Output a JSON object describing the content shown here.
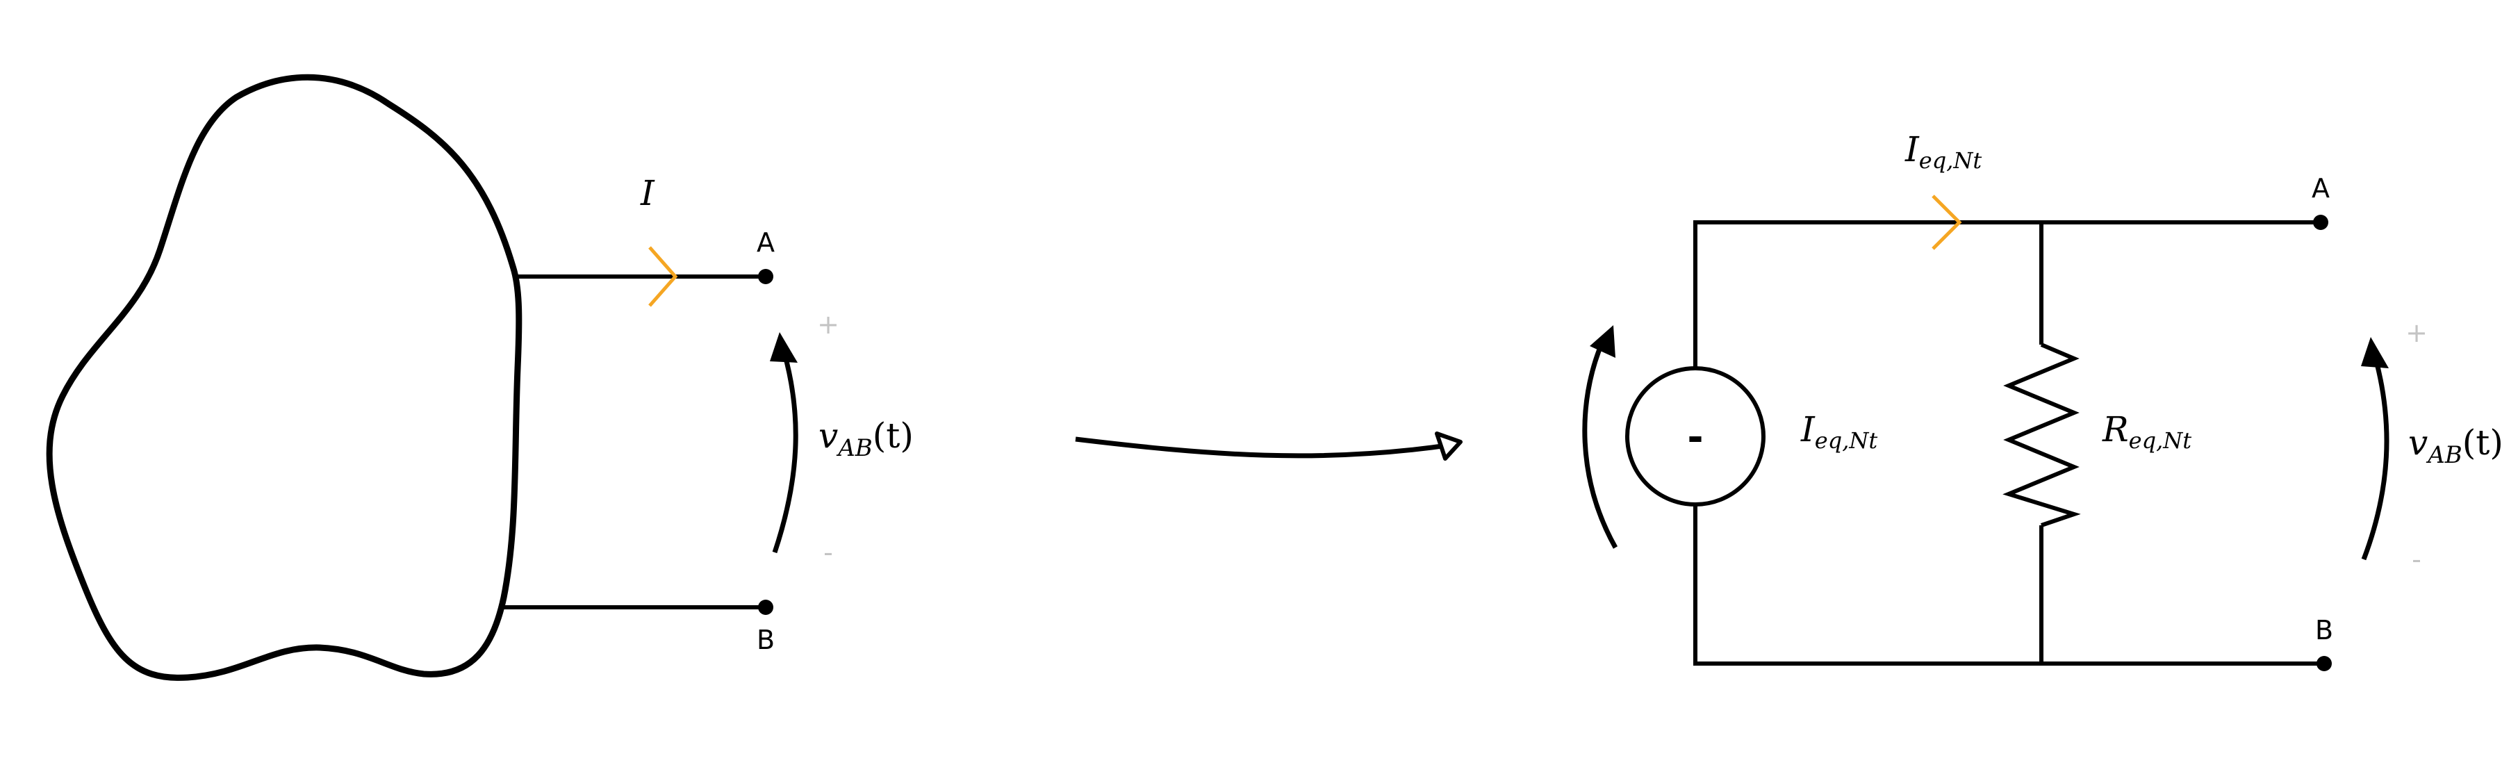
{
  "left": {
    "current": {
      "main": "I",
      "sub": ""
    },
    "terminal_a": "A",
    "terminal_b": "B",
    "voltage": {
      "main": "v",
      "sub": "AB",
      "arg": "(t)"
    },
    "plus_sign": "+",
    "minus_sign": "-"
  },
  "right": {
    "current": {
      "main": "I",
      "sub": "eq,Nt"
    },
    "source_symbol": "-",
    "source_label": {
      "main": "I",
      "sub": "eq,Nt"
    },
    "resistor_label": {
      "main": "R",
      "sub": "eq,Nt"
    },
    "terminal_a": "A",
    "terminal_b": "B",
    "voltage": {
      "main": "v",
      "sub": "AB",
      "arg": "(t)"
    },
    "plus_sign": "+",
    "minus_sign": "-"
  },
  "colors": {
    "wire": "#000000",
    "current_arrow": "#f5a623",
    "sign": "#c4c4c4"
  }
}
